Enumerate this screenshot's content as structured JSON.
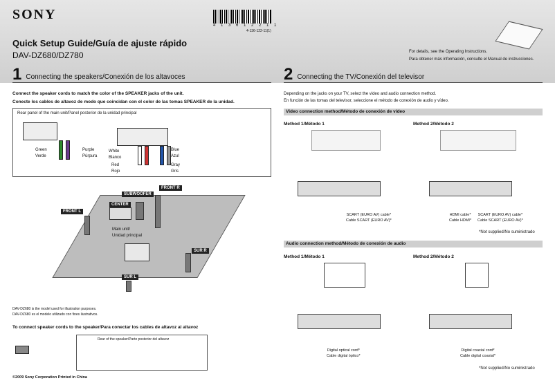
{
  "header": {
    "brand": "SONY",
    "barcode_digits": "4 1 3 6 1 2 2 1 1",
    "part_number": "4-136-122-11(1)",
    "title": "Quick Setup Guide/Guía de ajuste rápido",
    "model": "DAV-DZ680/DZ780",
    "details_en": "For details, see the Operating Instructions.",
    "details_es": "Para obtener más información, consulte el Manual de instrucciones."
  },
  "section1": {
    "number": "1",
    "title": "Connecting the speakers/Conexión de los altavoces",
    "instruction_en": "Connect the speaker cords to match the color of the SPEAKER jacks of the unit.",
    "instruction_es": "Conecte los cables de altavoz de modo que coincidan con el color de las tomas SPEAKER de la unidad.",
    "panel_caption": "Rear panel of the main unit/Panel posterior de la unidad principal",
    "colors": {
      "green": "Green",
      "verde": "Verde",
      "purple": "Purple",
      "purpura": "Púrpura",
      "white": "White",
      "blanco": "Blanco",
      "red": "Red",
      "rojo": "Rojo",
      "blue": "Blue",
      "azul": "Azul",
      "gray": "Gray",
      "gris": "Gris"
    },
    "speakers": {
      "front_r": "FRONT R",
      "front_l": "FRONT L",
      "subwoofer": "SUBWOOFER",
      "center": "CENTER",
      "sur_r": "SUR R",
      "sur_l": "SUR L"
    },
    "main_unit": "Main unit/",
    "main_unit_es": "Unidad principal",
    "model_note_en": "DAV-DZ680 is the model used for illustration purposes.",
    "model_note_es": "DAV-DZ680 es el modelo utilizado con fines ilustrativos.",
    "connect_title": "To connect speaker cords to the speaker/Para conectar los cables de altavoz al altavoz",
    "speaker_rear": "Rear of the speaker/Parte posterior del altavoz"
  },
  "section2": {
    "number": "2",
    "title": "Connecting the TV/Conexión del televisor",
    "intro_en": "Depending on the jacks on your TV, select the video and audio connection method.",
    "intro_es": "En función de las tomas del televisor, seleccione el método de conexión de audio y vídeo.",
    "video_bar": "Video connection method/Método de conexión de vídeo",
    "audio_bar": "Audio connection method/Método de conexión de audio",
    "method1": "Method 1/Método 1",
    "method2": "Method 2/Método 2",
    "scart_cable": "SCART (EURO AV) cable*",
    "scart_cable_es": "Cable SCART (EURO AV)*",
    "hdmi_cable": "HDMI cable*",
    "hdmi_cable_es": "Cable HDMI*",
    "optical_cord": "Digital optical cord*",
    "optical_cord_es": "Cable digital óptico*",
    "coaxial_cord": "Digital coaxial cord*",
    "coaxial_cord_es": "Cable digital coaxial*",
    "not_supplied": "*Not supplied/No suministrado"
  },
  "footer": "©2009 Sony Corporation   Printed in China"
}
